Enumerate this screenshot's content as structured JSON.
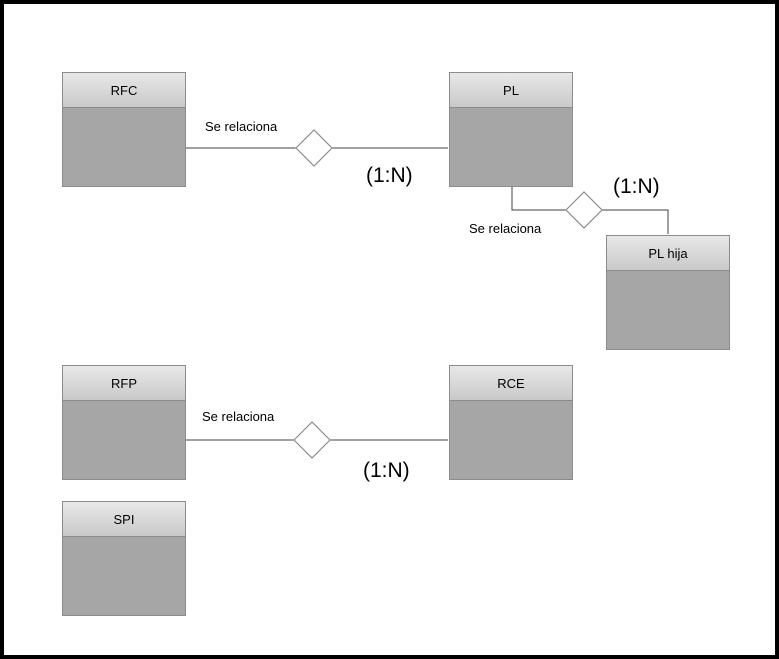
{
  "entities": {
    "rfc": "RFC",
    "pl": "PL",
    "pl_hija": "PL hija",
    "rfp": "RFP",
    "rce": "RCE",
    "spi": "SPI"
  },
  "relations": {
    "rfc_pl": {
      "label": "Se relaciona",
      "cardinality": "(1:N)"
    },
    "pl_plhija": {
      "label": "Se relaciona",
      "cardinality": "(1:N)"
    },
    "rfp_rce": {
      "label": "Se relaciona",
      "cardinality": "(1:N)"
    }
  },
  "colors": {
    "header_top": "#e8e8e8",
    "header_bottom": "#c9c9c9",
    "body": "#a6a6a6",
    "line": "#404040",
    "diamond_stroke": "#8c8c8c"
  }
}
